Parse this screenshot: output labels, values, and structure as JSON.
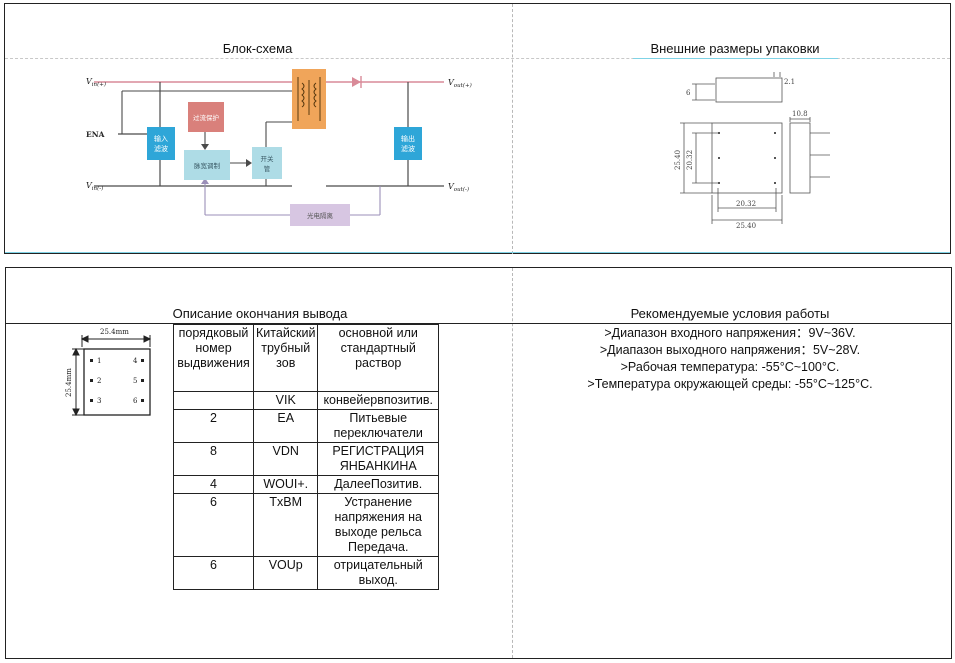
{
  "block_diagram": {
    "title": "Блок-схема",
    "labels": {
      "vin_plus": "V",
      "vin_plus_sub": "in(+)",
      "vin_minus": "V",
      "vin_minus_sub": "in(-)",
      "vout_plus": "V",
      "vout_plus_sub": "out(+)",
      "vout_minus": "V",
      "vout_minus_sub": "out(-)",
      "ena": "ENA",
      "input_filter": "输入\n滤波",
      "overload": "过流保护",
      "pwm": "脉宽调制",
      "switch": "开关\n管",
      "output_filter": "输出\n滤波",
      "feedback": "光电隔离"
    },
    "colors": {
      "red_line": "#d98a98",
      "wire": "#4a4a4a",
      "feedback_wire": "#9b8fb8",
      "input_box": "#2ea6d8",
      "overload_box": "#d9807b",
      "pwm_box": "#aedce6",
      "switch_box": "#aedce6",
      "output_box": "#2ea6d8",
      "feedback_box": "#d7c6e2",
      "transformer": "#f0a55a"
    }
  },
  "package": {
    "title": "Внешние размеры упаковки",
    "dims": {
      "top_height": "6",
      "pin_gap": "2.1",
      "side_width": "10.8",
      "left_outer": "25.40",
      "left_inner": "20.32",
      "bottom_inner": "20.32",
      "bottom_outer": "25.40"
    }
  },
  "pin_section": {
    "title": "Описание окончания вывода",
    "footprint": {
      "width_label": "25.4mm",
      "height_label": "25.4mm",
      "pins_left": [
        "1",
        "2",
        "3"
      ],
      "pins_right": [
        "4",
        "5",
        "6"
      ]
    },
    "table": {
      "headers": [
        "порядковый номер выдвижения",
        "Китайский трубный зов",
        "основной или стандартный раствор"
      ],
      "rows": [
        [
          "",
          "VIK",
          "конвейервпозитив."
        ],
        [
          "2",
          "EA",
          "Питьевые переключатели"
        ],
        [
          "8",
          "VDN",
          "РЕГИСТРАЦИЯ ЯНБАНКИНА"
        ],
        [
          "4",
          "WOUI+.",
          "ДалееПозитив."
        ],
        [
          "6",
          "TxBM",
          "Устранение напряжения на выходе рельса Передача."
        ],
        [
          "6",
          "VOUp",
          "отрицательный выход."
        ]
      ]
    }
  },
  "conditions": {
    "title": "Рекомендуемые условия работы",
    "items": [
      ">Диапазон входного напряжения：9V~36V.",
      ">Диапазон выходного напряжения：5V~28V.",
      ">Рабочая температура: -55°C~100°C.",
      ">Температура окружающей среды: -55°C~125°C."
    ]
  }
}
